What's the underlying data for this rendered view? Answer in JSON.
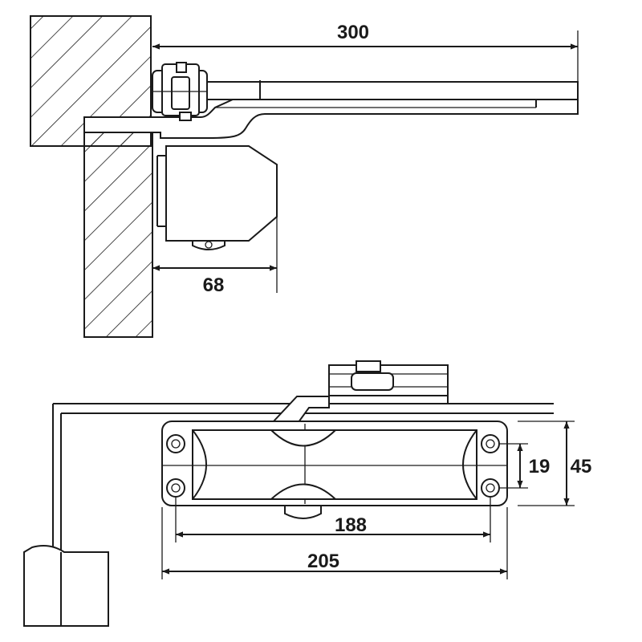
{
  "figure": {
    "views": {
      "side_view": {
        "dimensions": {
          "arm_length": "300",
          "body_depth": "68"
        }
      },
      "top_view": {
        "dimensions": {
          "hole_spacing_vertical": "19",
          "body_height": "45",
          "hole_spacing_horizontal": "188",
          "body_length": "205"
        }
      }
    },
    "colors": {
      "line": "#1a1a1a",
      "background": "#ffffff"
    }
  }
}
